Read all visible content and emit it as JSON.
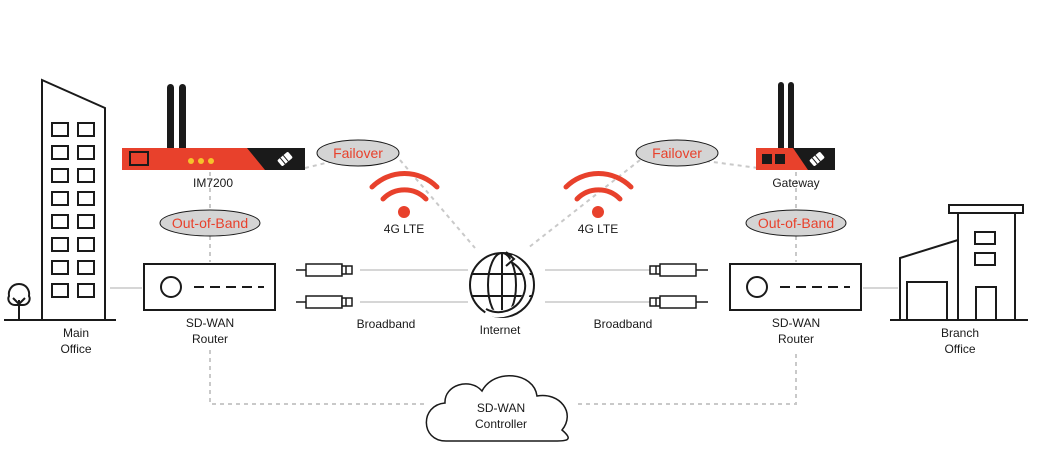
{
  "colors": {
    "accent_red": "#e8412c",
    "outline": "#1a1a1a",
    "pill_fill": "#d4d4d4",
    "dashed_line": "#c9c9c9",
    "status_led": "#f6c22b"
  },
  "left": {
    "building_label": [
      "Main",
      "Office"
    ],
    "device_label": "IM7200",
    "failover_label": "Failover",
    "oob_label": "Out-of-Band",
    "lte_label": "4G LTE",
    "router_label": [
      "SD-WAN",
      "Router"
    ],
    "broadband_label": "Broadband"
  },
  "center": {
    "internet_label": "Internet",
    "controller_label": [
      "SD-WAN",
      "Controller"
    ]
  },
  "right": {
    "building_label": [
      "Branch",
      "Office"
    ],
    "device_label": "Gateway",
    "failover_label": "Failover",
    "oob_label": "Out-of-Band",
    "lte_label": "4G LTE",
    "router_label": [
      "SD-WAN",
      "Router"
    ],
    "broadband_label": "Broadband"
  },
  "icons": {
    "main_office": "office-building-icon",
    "branch_office": "branch-building-icon",
    "tree": "tree-icon",
    "internet": "globe-icon",
    "controller": "cloud-icon",
    "wireless": "wifi-signal-icon",
    "connector": "ethernet-plug-icon",
    "antenna": "antenna-icon"
  }
}
